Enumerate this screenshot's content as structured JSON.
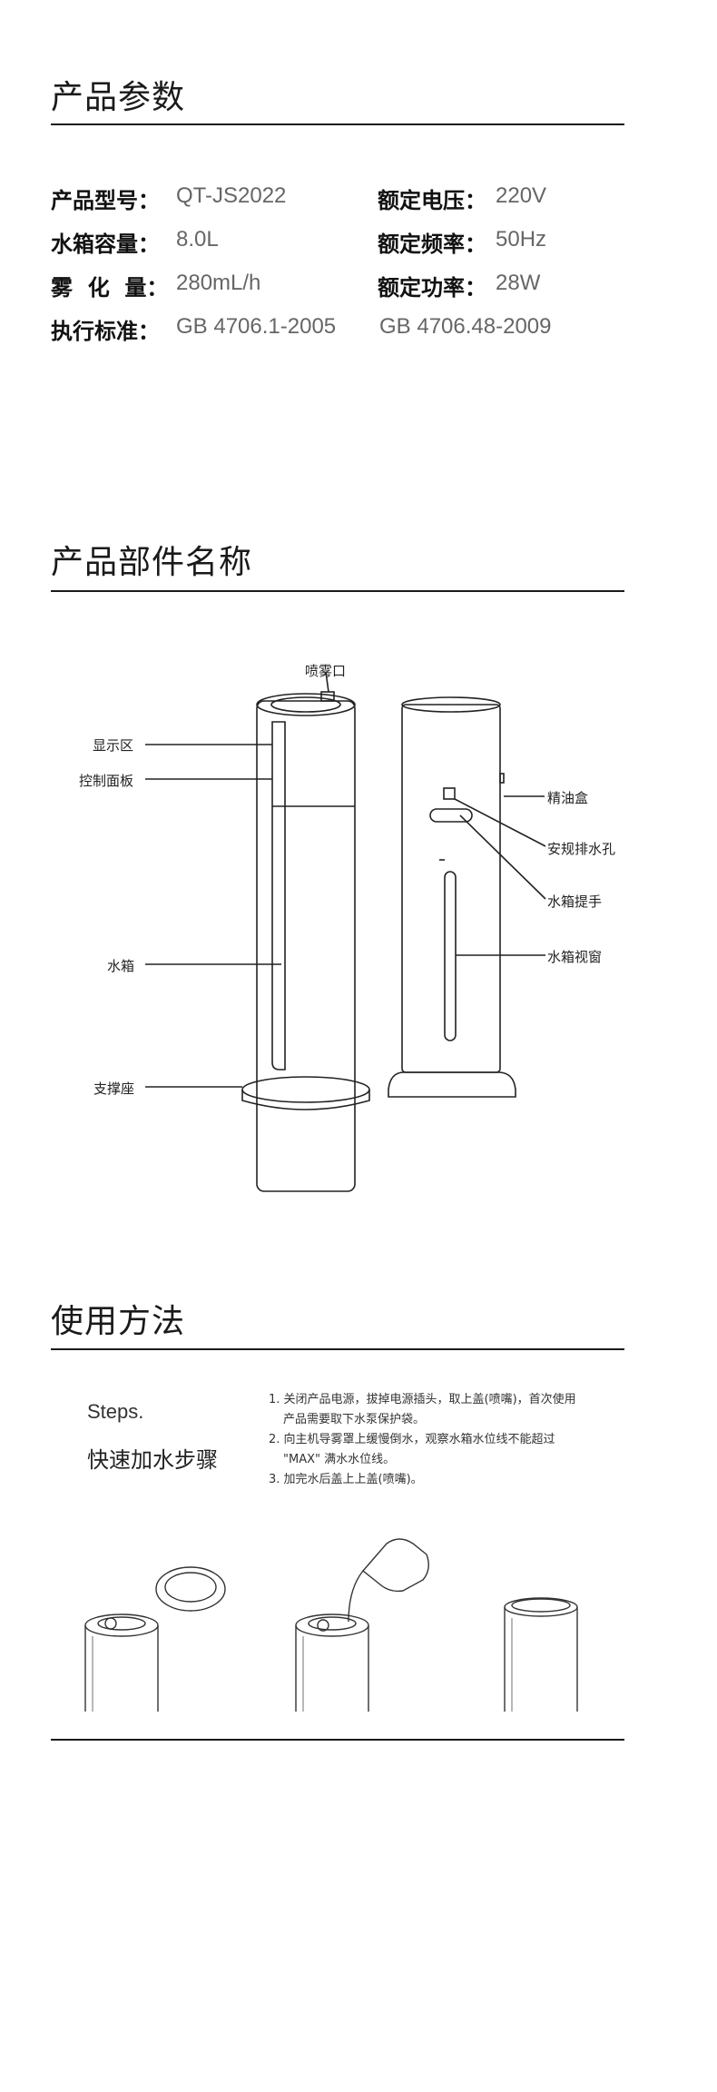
{
  "params": {
    "title": "产品参数",
    "rows": [
      {
        "label1": "产品型号：",
        "value1": "QT-JS2022",
        "label2": "额定电压：",
        "value2": "220V"
      },
      {
        "label1": "水箱容量：",
        "value1": "8.0L",
        "label2": "额定频率：",
        "value2": "50Hz"
      },
      {
        "label1": "雾  化  量：",
        "value1": "280mL/h",
        "label2": "额定功率：",
        "value2": "28W"
      },
      {
        "label1": "执行标准：",
        "value1": "GB 4706.1-2005",
        "label2": "",
        "value2": "GB 4706.48-2009"
      }
    ]
  },
  "parts": {
    "title": "产品部件名称",
    "labels": {
      "spray_outlet": "喷雾口",
      "display": "显示区",
      "control_panel": "控制面板",
      "water_tank": "水箱",
      "base": "支撑座",
      "oil_box": "精油盒",
      "drain_hole": "安规排水孔",
      "tank_handle": "水箱提手",
      "tank_window": "水箱视窗"
    }
  },
  "usage": {
    "title": "使用方法",
    "steps_en": "Steps.",
    "steps_cn": "快速加水步骤",
    "lines": [
      "1. 关闭产品电源，拔掉电源插头，取上盖(喷嘴)，首次使用",
      "产品需要取下水泵保护袋。",
      "2. 向主机导雾罩上缓慢倒水，观察水箱水位线不能超过",
      "\"MAX\" 满水水位线。",
      "3. 加完水后盖上上盖(喷嘴)。"
    ]
  }
}
